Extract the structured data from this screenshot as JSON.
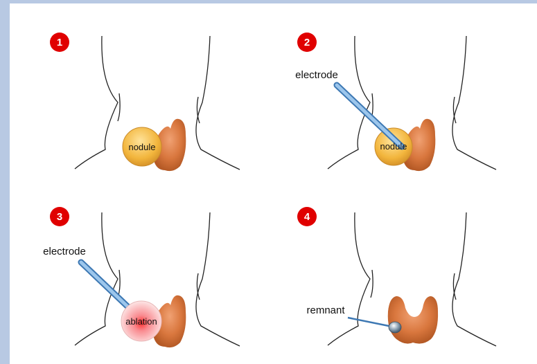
{
  "panels": [
    {
      "step": "1",
      "inner_label": "nodule"
    },
    {
      "step": "2",
      "inner_label": "nodule",
      "tool_label": "electrode"
    },
    {
      "step": "3",
      "inner_label": "ablation",
      "tool_label": "electrode"
    },
    {
      "step": "4",
      "pointer_label": "remnant"
    }
  ],
  "colors": {
    "page_border": "#b8c9e3",
    "badge": "#e00000",
    "electrode": "#6aa6da",
    "nodule": "#f2b53c",
    "thyroid": "#d9773e",
    "ablation": "#f5aeb2"
  }
}
